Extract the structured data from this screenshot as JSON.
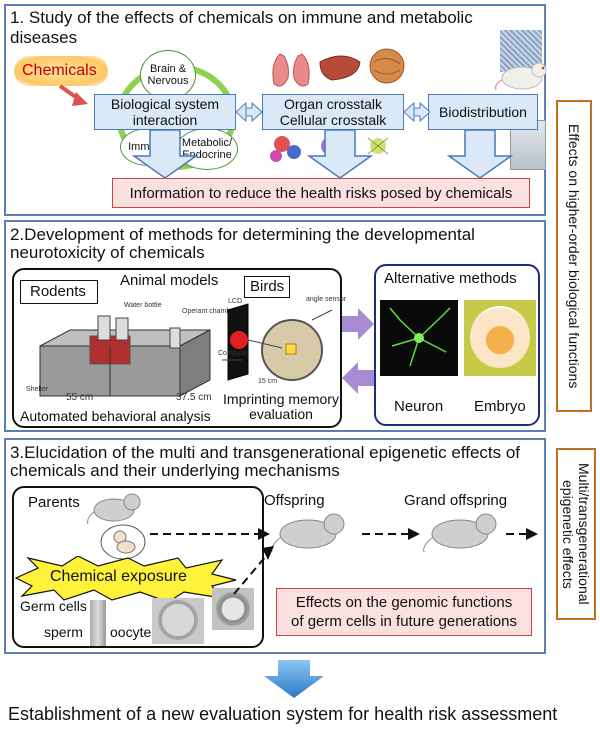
{
  "section1": {
    "title": "1. Study of the effects of chemicals on immune and metabolic diseases",
    "chemicals": "Chemicals",
    "brain": "Brain &\nNervous",
    "immune": "Immune",
    "metabolic": "Metabolic/\nEndocrine",
    "bio_system": "Biological system\ninteraction",
    "organ": "Organ crosstalk\nCellular crosstalk",
    "biodist": "Biodistribution",
    "info": "Information to reduce the health risks posed by chemicals"
  },
  "side": {
    "higher_order": "Effects on higher-order biological functions",
    "epigenetic": "Multi/transgenerational epigenetic effects"
  },
  "section2": {
    "title": "2.Development of methods for determining the developmental neurotoxicity of chemicals",
    "animal_models": "Animal models",
    "rodents": "Rodents",
    "birds": "Birds",
    "water_bottle": "Water bottle",
    "operant_chamber": "Operant chamber",
    "shelter": "Shelter",
    "dim1": "55 cm",
    "dim2": "37.5 cm",
    "lcd": "LCD",
    "computer": "Computer",
    "angle_sensor": "angle sensor",
    "dim3": "15 cm",
    "automated": "Automated behavioral analysis",
    "imprinting": "Imprinting memory\nevaluation",
    "alternative": "Alternative methods",
    "neuron": "Neuron",
    "embryo": "Embryo"
  },
  "section3": {
    "title": "3.Elucidation of the multi and transgenerational epigenetic effects of chemicals and their underlying mechanisms",
    "parents": "Parents",
    "offspring": "Offspring",
    "grand": "Grand offspring",
    "chem_exposure": "Chemical exposure",
    "germ": "Germ cells",
    "sperm": "sperm",
    "oocyte": "oocyte",
    "effects": "Effects on the genomic functions\nof germ cells in future generations"
  },
  "bottom": "Establishment of a new evaluation system for health risk assessment",
  "colors": {
    "panel_border": "#5b7fb0",
    "blue_fill": "#dbe8f7",
    "pink_fill": "#fbe0e0",
    "pink_border": "#cc4444",
    "arrow": "#3f8fd6",
    "purple": "#a78bd4"
  }
}
